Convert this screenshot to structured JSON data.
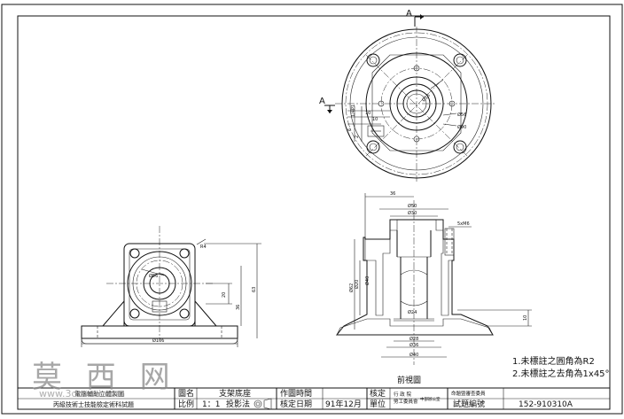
{
  "section_marker": {
    "label": "A",
    "arrow_label": "A"
  },
  "top_view": {
    "dims": [
      "Ø16",
      "6",
      "10",
      "10",
      "2",
      "1/4P1",
      "Ø56",
      "Ø90"
    ]
  },
  "left_view": {
    "dims": [
      "R4",
      "Ø56",
      "20",
      "36",
      "63",
      "Ø106"
    ]
  },
  "front_view": {
    "caption": "前視圖",
    "dims": [
      "36",
      "Ø50",
      "Ø30",
      "5xM6",
      "Ø62",
      "Ø20",
      "Ø40",
      "Ø24",
      "Ø28",
      "Ø36",
      "Ø40",
      "10"
    ]
  },
  "notes": [
    "1.未標註之圓角為R2",
    "2.未標註之去角為1x45°"
  ],
  "title_block": {
    "dept_line1": "電腦輔助立體製圖",
    "dept_line2": "丙級技術士技能檢定術科試題",
    "name_label": "圖名",
    "name_value": "支架底座",
    "scale_label": "比例",
    "scale_value": "1：1",
    "projection": "投影法",
    "time_label": "作圖時間",
    "date_label": "核定日期",
    "date_value": "91年12月",
    "approve_label": "核定",
    "unit_label": "單位",
    "committee_a": "行 政 院",
    "committee_b": "勞工委員會",
    "committee_c": "中部辦公室",
    "council": "命題暨審查委員",
    "exam_label": "試題編號",
    "exam_value": "152-910310A"
  },
  "watermark": {
    "text": "莫 西 网",
    "url": "www.3dmoxi.com"
  }
}
